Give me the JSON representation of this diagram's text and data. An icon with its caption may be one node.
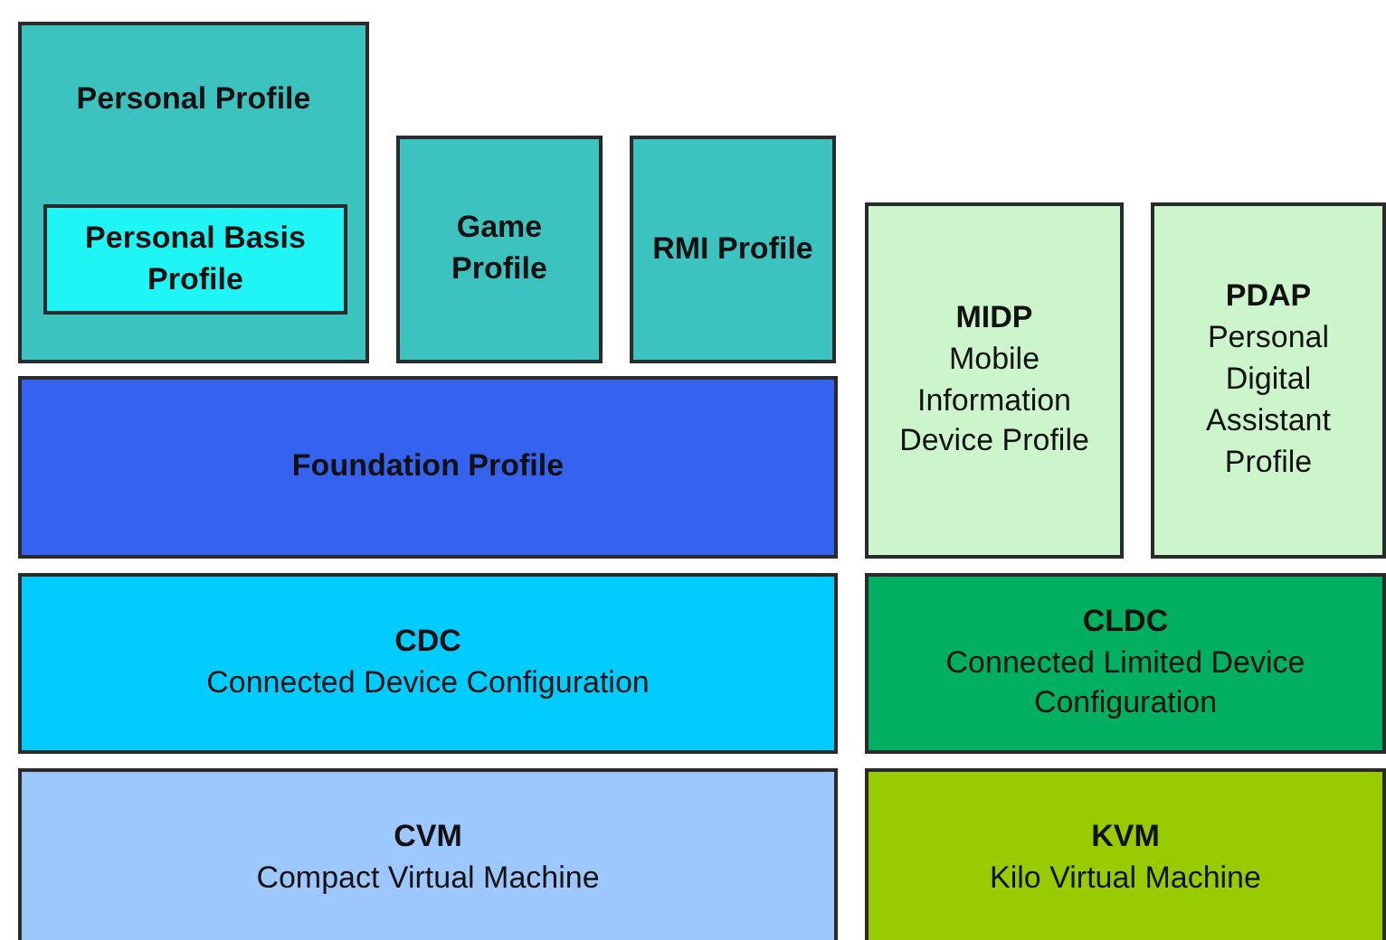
{
  "diagram": {
    "nodes": [
      {
        "text": [
          "Personal Profile"
        ]
      },
      {
        "text": [
          "Personal Basis Profile"
        ],
        "in": 0
      },
      {
        "text": [
          "Game Profile"
        ]
      },
      {
        "text": [
          "RMI Profile"
        ]
      },
      {
        "text": [
          "MIDP",
          "Mobile Information Device Profile"
        ]
      },
      {
        "text": [
          "PDAP",
          "Personal Digital Assistant Profile"
        ]
      },
      {
        "text": [
          "Foundation Profile"
        ]
      },
      {
        "text": [
          "CDC",
          "Connected Device Configuration"
        ]
      },
      {
        "text": [
          "CLDC",
          "Connected Limited Device Configuration"
        ]
      },
      {
        "text": [
          "CVM",
          "Compact Virtual Machine"
        ]
      },
      {
        "text": [
          "KVM",
          "Kilo Virtual Machine"
        ]
      }
    ],
    "edges": []
  }
}
